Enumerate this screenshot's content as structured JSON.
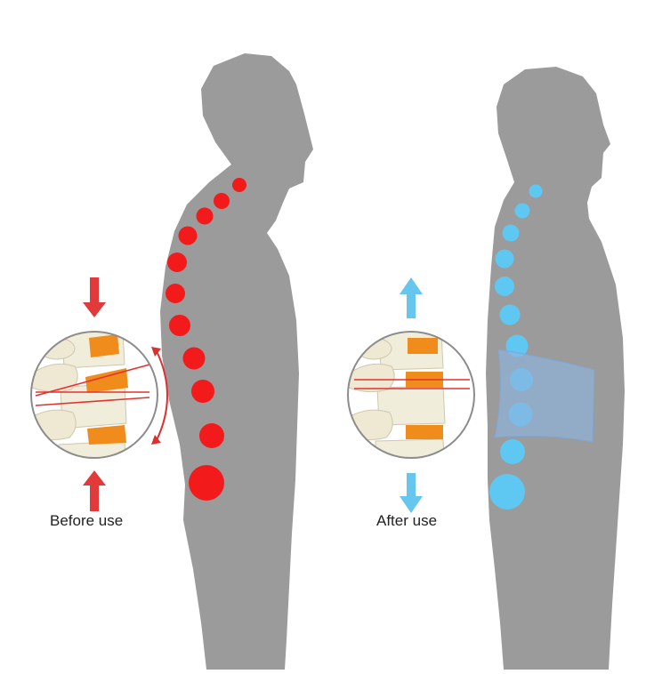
{
  "captions": {
    "before": "Before use",
    "after": "After use"
  },
  "colors": {
    "background": "#ffffff",
    "silhouette": "#9b9b9b",
    "vertebra_before": "#f21a1a",
    "vertebra_after": "#5ec8f2",
    "arrow_before": "#e23a3a",
    "arrow_after": "#67c6ee",
    "brace": "#8eb4df",
    "disc": "#ef8c1b",
    "bone": "#f1eddb",
    "misalign_line": "#e53030",
    "lens_rim": "#8c8c8c"
  },
  "icons": {
    "compression_arrows": "arrow-up-down-inward",
    "decompression_arrows": "arrow-up-down-outward",
    "curve_arrow": "double-headed-curved-arrow"
  }
}
